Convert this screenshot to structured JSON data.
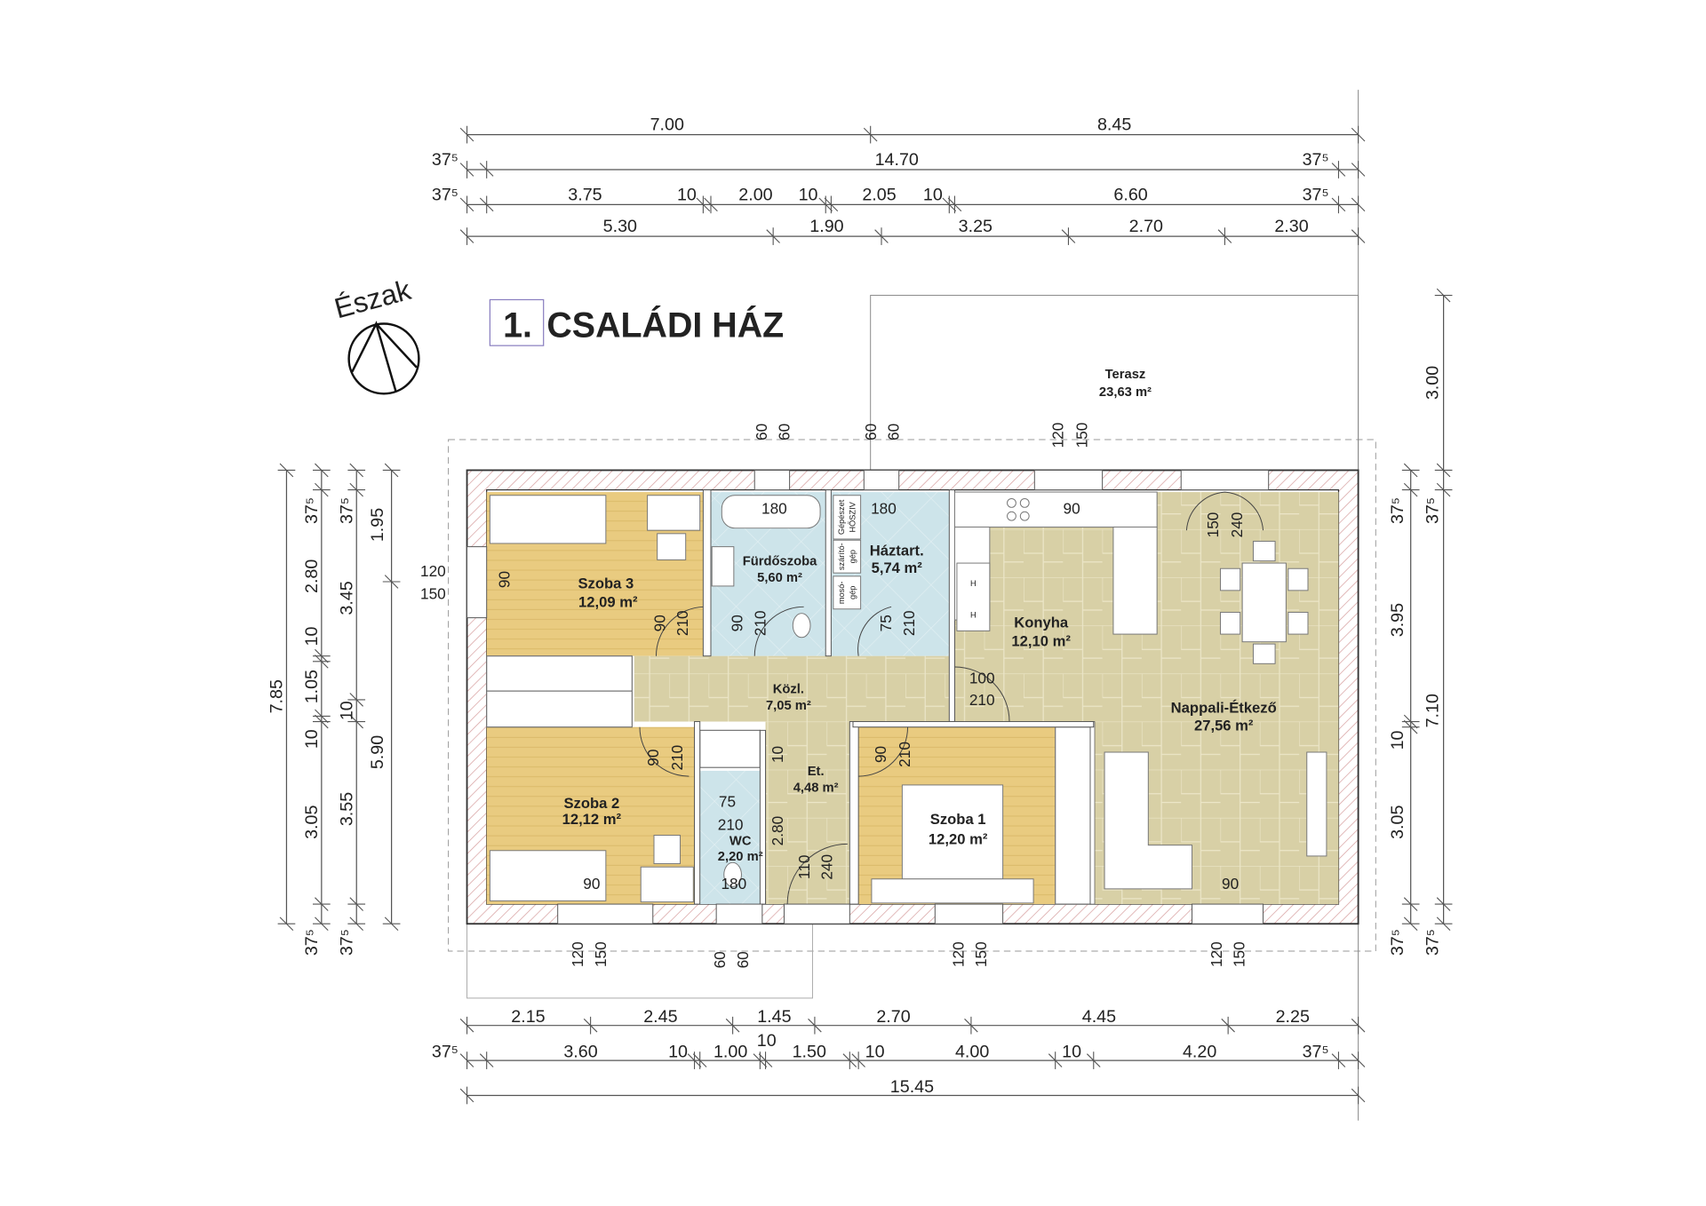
{
  "title": {
    "number": "1.",
    "text": "CSALÁDI HÁZ"
  },
  "north_label": "Észak",
  "rooms": {
    "szoba3": {
      "name": "Szoba 3",
      "area": "12,09 m²"
    },
    "furdo": {
      "name": "Fürdőszoba",
      "area": "5,60 m²"
    },
    "haztart": {
      "name": "Háztart.",
      "area": "5,74 m²"
    },
    "konyha": {
      "name": "Konyha",
      "area": "12,10 m²"
    },
    "kozl": {
      "name": "Közl.",
      "area": "7,05 m²"
    },
    "nappali": {
      "name": "Nappali-Étkező",
      "area": "27,56 m²"
    },
    "et": {
      "name": "Et.",
      "area": "4,48 m²"
    },
    "szoba2": {
      "name": "Szoba 2",
      "area": "12,12 m²"
    },
    "wc": {
      "name": "WC",
      "area": "2,20 m²"
    },
    "szoba1": {
      "name": "Szoba 1",
      "area": "12,20 m²"
    },
    "terasz": {
      "name": "Terasz",
      "area": "23,63 m²"
    }
  },
  "equipment": {
    "gepeszet": "Gépészet",
    "hosziv": "HŐSZIV",
    "szarito": "szárító-",
    "szarito2": "gép",
    "moso": "mosó-",
    "moso2": "gép",
    "hob1": "H",
    "hob2": "H"
  },
  "dims": {
    "top": [
      [
        "7.00",
        "8.45"
      ],
      [
        "37⁵",
        "14.70",
        "37⁵"
      ],
      [
        "37⁵",
        "3.75",
        "10",
        "2.00",
        "10",
        "2.05",
        "10",
        "6.60",
        "37⁵"
      ],
      [
        "5.30",
        "1.90",
        "3.25",
        "2.70",
        "2.30"
      ]
    ],
    "bottom": [
      [
        "2.15",
        "2.45",
        "1.45",
        "2.70",
        "4.45",
        "2.25",
        "10"
      ],
      [
        "37⁵",
        "3.60",
        "10",
        "1.00",
        "1.50",
        "10",
        "4.00",
        "10",
        "4.20",
        "37⁵"
      ],
      [
        "15.45"
      ]
    ],
    "left": [
      [
        "7.85"
      ],
      [
        "37⁵",
        "2.80",
        "10",
        "1.05",
        "10",
        "3.05",
        "37⁵"
      ],
      [
        "37⁵",
        "3.45",
        "10",
        "3.55",
        "37⁵"
      ],
      [
        "1.95",
        "5.90"
      ]
    ],
    "right": [
      [
        "37⁵",
        "3.95",
        "10",
        "3.05",
        "37⁵"
      ],
      [
        "3.00",
        "37⁵",
        "7.10",
        "37⁵"
      ]
    ]
  },
  "annotations": {
    "openings_top": [
      "60",
      "60",
      "60",
      "60",
      "120",
      "150"
    ],
    "openings_bottom": [
      "120",
      "150",
      "60",
      "60",
      "120",
      "150",
      "120",
      "150"
    ],
    "openings_left": [
      "120",
      "150"
    ],
    "inner_h": [
      "180",
      "180",
      "90",
      "100",
      "210",
      "75",
      "210",
      "90",
      "180",
      "90"
    ],
    "inner_v": [
      "90",
      "90",
      "210",
      "90",
      "210",
      "75",
      "210",
      "150",
      "240",
      "90",
      "210",
      "10",
      "2.80",
      "110",
      "240",
      "90",
      "210"
    ]
  },
  "colors": {
    "wood": "#e9cb80",
    "tile": "#d9d1a8",
    "wet": "#cde4ea",
    "wall_hatch": "#d9a0a0"
  }
}
